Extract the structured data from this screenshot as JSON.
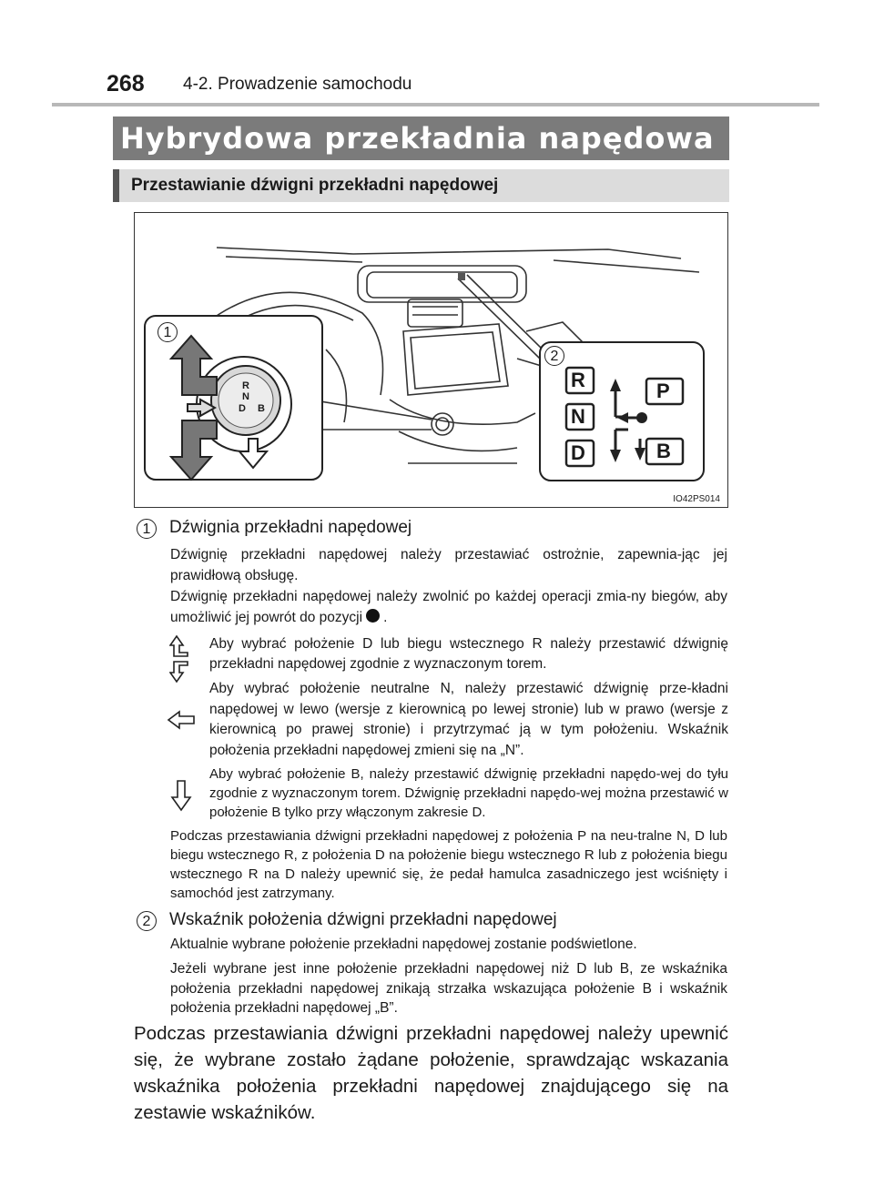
{
  "header": {
    "page_number": "268",
    "section": "4-2. Prowadzenie samochodu"
  },
  "title": "Hybrydowa przekładnia napędowa",
  "subtitle": "Przestawianie dźwigni przekładni napędowej",
  "figure": {
    "code": "IO42PS014",
    "callout1": "1",
    "callout2": "2",
    "knob_letters": [
      "R",
      "N",
      "D",
      "B"
    ],
    "indicator": {
      "r": "R",
      "n": "N",
      "d": "D",
      "p": "P",
      "b": "B"
    }
  },
  "item1": {
    "number": "1",
    "title": "Dźwignia przekładni napędowej",
    "p1": "Dźwignię przekładni napędowej należy przestawiać ostrożnie, zapewnia-jąc jej prawidłową obsługę.",
    "p2_before": "Dźwignię przekładni napędowej należy zwolnić po każdej operacji zmia-ny biegów, aby umożliwić jej powrót do pozycji",
    "p2_after": ".",
    "bullet_r": "Aby wybrać położenie D lub biegu wstecznego R należy przestawić dźwignię przekładni napędowej zgodnie z wyznaczonym torem.",
    "bullet_n": "Aby wybrać położenie neutralne N, należy przestawić dźwignię prze-kładni napędowej w lewo (wersje z kierownicą po lewej stronie) lub w prawo (wersje z kierownicą po prawej stronie) i przytrzymać ją w tym położeniu. Wskaźnik położenia przekładni napędowej zmieni się na „N”.",
    "bullet_b": "Aby wybrać położenie B, należy przestawić dźwignię przekładni napędo-wej do tyłu zgodnie z wyznaczonym torem. Dźwignię przekładni napędo-wej można przestawić w położenie B tylko przy włączonym zakresie D.",
    "p3": "Podczas przestawiania dźwigni przekładni napędowej z położenia P na neu-tralne N, D lub biegu wstecznego R, z położenia D na położenie biegu wstecznego R lub z położenia biegu wstecznego R na D należy upewnić się, że pedał hamulca zasadniczego jest wciśnięty i samochód jest zatrzymany."
  },
  "item2": {
    "number": "2",
    "title": "Wskaźnik położenia dźwigni przekładni napędowej",
    "p1": "Aktualnie wybrane położenie przekładni napędowej zostanie podświetlone.",
    "p2": "Jeżeli wybrane jest inne położenie przekładni napędowej niż D lub B, ze wskaźnika położenia przekładni napędowej znikają strzałka wskazująca położenie B i wskaźnik położenia przekładni napędowej „B”."
  },
  "closing": "Podczas przestawiania dźwigni przekładni napędowej należy upewnić się, że wybrane zostało żądane położenie, sprawdzając wskazania wskaźnika położenia przekładni napędowej znajdującego się na zestawie wskaźników."
}
